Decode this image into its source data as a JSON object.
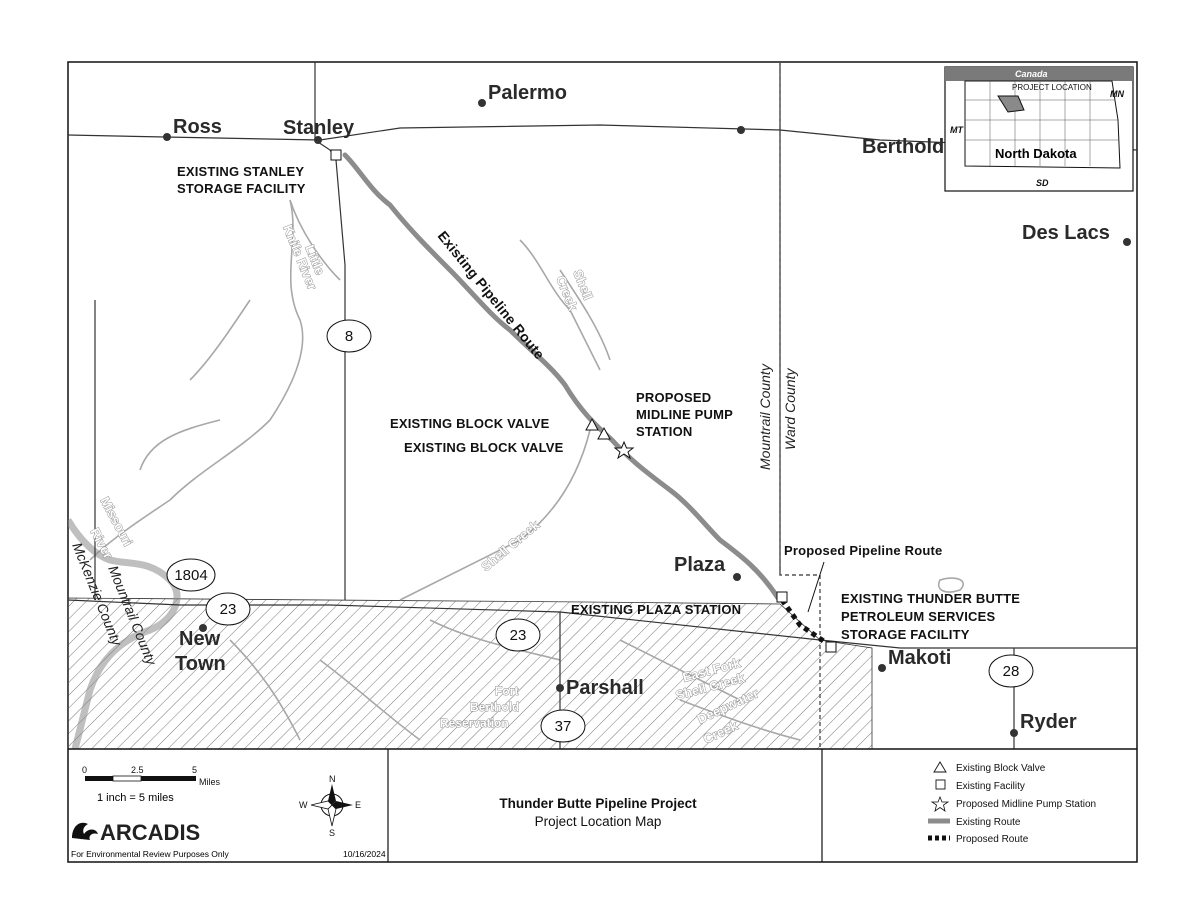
{
  "map": {
    "towns": {
      "palermo": "Palermo",
      "ross": "Ross",
      "stanley": "Stanley",
      "berthold": "Berthold",
      "des_lacs": "Des Lacs",
      "plaza": "Plaza",
      "new_town": [
        "New",
        "Town"
      ],
      "parshall": "Parshall",
      "makoti": "Makoti",
      "ryder": "Ryder"
    },
    "facilities": {
      "stanley": [
        "EXISTING STANLEY",
        "STORAGE FACILITY"
      ],
      "block_valve_1": "EXISTING BLOCK VALVE",
      "block_valve_2": "EXISTING BLOCK VALVE",
      "midline_pump": [
        "PROPOSED",
        "MIDLINE PUMP",
        "STATION"
      ],
      "proposed_route": "Proposed Pipeline Route",
      "plaza_station": "EXISTING PLAZA STATION",
      "thunder_butte": [
        "EXISTING THUNDER BUTTE",
        "PETROLEUM SERVICES",
        "STORAGE FACILITY"
      ]
    },
    "route_label": "Existing Pipeline Route",
    "water": {
      "little_knife": [
        "Little",
        "Knife River"
      ],
      "shell_creek_n": [
        "Shell",
        "Creek"
      ],
      "shell_creek_s": "Shell Creek",
      "missouri": [
        "Missouri",
        "River"
      ],
      "east_fork": [
        "East Fork",
        "Shell Creek"
      ],
      "deepwater": [
        "Deepwater",
        "Creek"
      ]
    },
    "counties": {
      "mountrail": "Mountrail County",
      "ward": "Ward County",
      "mckenzie": "McKenzie County",
      "mountrail_w": "Mountrail County"
    },
    "reservation": [
      "Fort",
      "Berthold",
      "Reservation"
    ],
    "highways": [
      "8",
      "1804",
      "23",
      "23",
      "37",
      "28"
    ]
  },
  "inset": {
    "canada": "Canada",
    "project_location": "PROJECT LOCATION",
    "mn": "MN",
    "mt": "MT",
    "state": "North Dakota",
    "sd": "SD"
  },
  "footer": {
    "scale": {
      "ticks": [
        "0",
        "2.5",
        "5"
      ],
      "unit": "Miles",
      "ratio": "1 inch = 5 miles"
    },
    "compass": {
      "n": "N",
      "s": "S",
      "e": "E",
      "w": "W"
    },
    "logo": "ARCADIS",
    "disclaimer": "For Environmental Review Purposes Only",
    "date": "10/16/2024",
    "title": "Thunder Butte Pipeline Project",
    "subtitle": "Project Location Map",
    "legend": [
      {
        "key": "block_valve",
        "label": "Existing Block Valve"
      },
      {
        "key": "facility",
        "label": "Existing Facility"
      },
      {
        "key": "pump_station",
        "label": "Proposed Midline Pump Station"
      },
      {
        "key": "existing_route",
        "label": "Existing Route"
      },
      {
        "key": "proposed_route",
        "label": "Proposed Route"
      }
    ]
  },
  "colors": {
    "existing_route": "#8c8c8c",
    "proposed_route": "#111111",
    "road": "#333333",
    "water": "#a8a8a8",
    "inset_state": "#ffffff",
    "inset_canada": "#7a7a7a"
  }
}
